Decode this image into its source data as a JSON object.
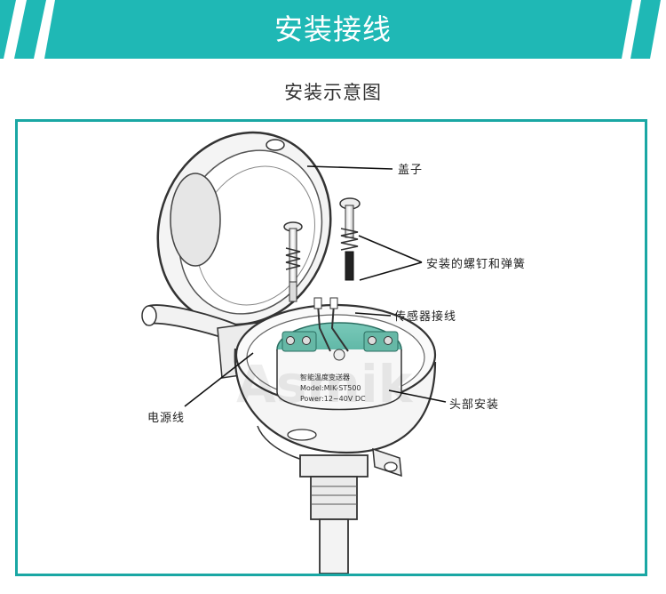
{
  "header": {
    "title": "安装接线",
    "accent_color": "#1fb8b5"
  },
  "subtitle": "安装示意图",
  "frame_color": "#1aa7a4",
  "diagram": {
    "callouts": {
      "cover": "盖子",
      "screws_springs": "安装的螺钉和弹簧",
      "sensor_wiring": "传感器接线",
      "head_mount": "头部安装",
      "power_line": "电源线"
    },
    "transmitter_label": {
      "line1": "智能温度变送器",
      "line2": "Model:MIK-ST500",
      "line3": "Power:12~40V DC"
    },
    "watermark": "Asmik"
  }
}
